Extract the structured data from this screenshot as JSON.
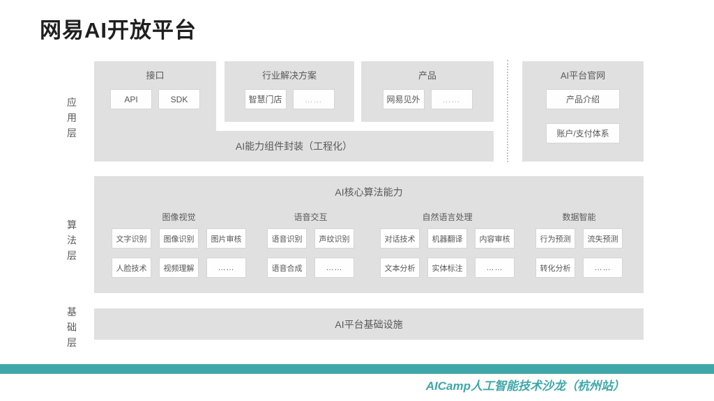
{
  "accent_color": "#3fa7a9",
  "title": "网易AI开放平台",
  "layers": {
    "app": "应用层",
    "algo": "算法层",
    "infra": "基础层"
  },
  "app_layer": {
    "interface": {
      "title": "接口",
      "items": [
        "API",
        "SDK"
      ]
    },
    "solutions": {
      "title": "行业解决方案",
      "items": [
        "智慧门店",
        "……"
      ]
    },
    "products": {
      "title": "产品",
      "items": [
        "网易见外",
        "……"
      ]
    },
    "website": {
      "title": "AI平台官网",
      "items": [
        "产品介绍",
        "账户/支付体系"
      ]
    },
    "wrapper": "AI能力组件封装（工程化）"
  },
  "algo_layer": {
    "title": "AI核心算法能力",
    "groups": [
      {
        "name": "图像视觉",
        "rows": [
          [
            "文字识别",
            "图像识别",
            "图片审核"
          ],
          [
            "人脸技术",
            "视频理解",
            "……"
          ]
        ]
      },
      {
        "name": "语音交互",
        "rows": [
          [
            "语音识别",
            "声纹识别"
          ],
          [
            "语音合成",
            "……"
          ]
        ]
      },
      {
        "name": "自然语言处理",
        "rows": [
          [
            "对话技术",
            "机器翻译",
            "内容审核"
          ],
          [
            "文本分析",
            "实体标注",
            "……"
          ]
        ]
      },
      {
        "name": "数据智能",
        "rows": [
          [
            "行为预测",
            "流失预测"
          ],
          [
            "转化分析",
            "……"
          ]
        ]
      }
    ]
  },
  "infra_layer": {
    "title": "AI平台基础设施"
  },
  "footer": {
    "text": "AICamp人工智能技术沙龙（杭州站）"
  }
}
